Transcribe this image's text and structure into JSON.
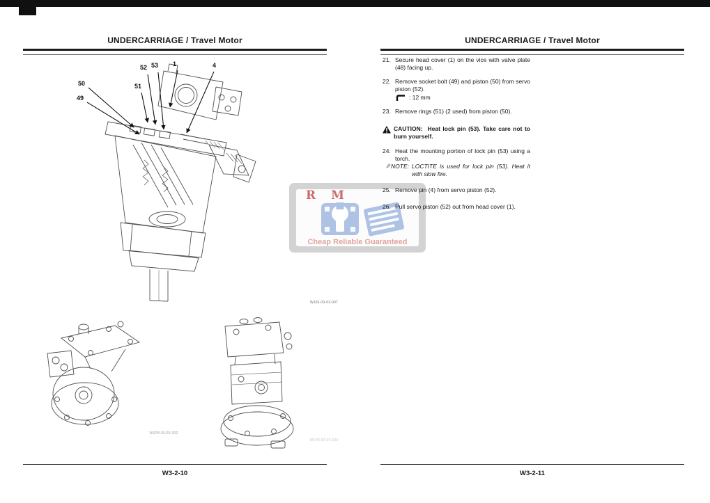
{
  "pages": {
    "left": {
      "header": "UNDERCARRIAGE / Travel Motor",
      "page_number": "W3-2-10",
      "main_figure_code": "W18J-03-03-007",
      "bottom_left_figure_code": "W1P8-03-03-002",
      "bottom_right_figure_code": "W1P8-03-03-003",
      "callouts": [
        {
          "label": "50"
        },
        {
          "label": "49"
        },
        {
          "label": "51"
        },
        {
          "label": "52"
        },
        {
          "label": "53"
        },
        {
          "label": "1"
        },
        {
          "label": "4"
        }
      ]
    },
    "right": {
      "header": "UNDERCARRIAGE / Travel Motor",
      "page_number": "W3-2-11",
      "steps": [
        {
          "num": "21.",
          "text": "Secure head cover (1) on the vice with valve plate (48) facing up."
        },
        {
          "num": "22.",
          "text": "Remove socket bolt (49) and piston (50) from servo piston (52)."
        },
        {
          "num": "23.",
          "text": "Remove rings (51) (2 used) from piston (50)."
        },
        {
          "num": "24.",
          "text": "Heat the mounting portion of lock pin (53) using a torch."
        },
        {
          "num": "25.",
          "text": "Remove pin (4) from servo piston (52)."
        },
        {
          "num": "26.",
          "text": "Pull servo piston (52) out from head cover (1)."
        }
      ],
      "tool_spec": ": 12 mm",
      "caution": {
        "label": "CAUTION:",
        "text": "Heat lock pin (53). Take care not to burn yourself."
      },
      "note": {
        "label": "NOTE:",
        "text": "LOCTITE is used for lock pin (53). Heat it with slow fire."
      }
    }
  },
  "watermark": {
    "letter_left": "R",
    "letter_right": "M",
    "tagline": "Cheap Reliable Guaranteed",
    "colors": {
      "letters": "#cc6b6b",
      "logo": "#aec2e4",
      "tagline": "#e0a49f",
      "frame": "#c6c6c6"
    }
  }
}
